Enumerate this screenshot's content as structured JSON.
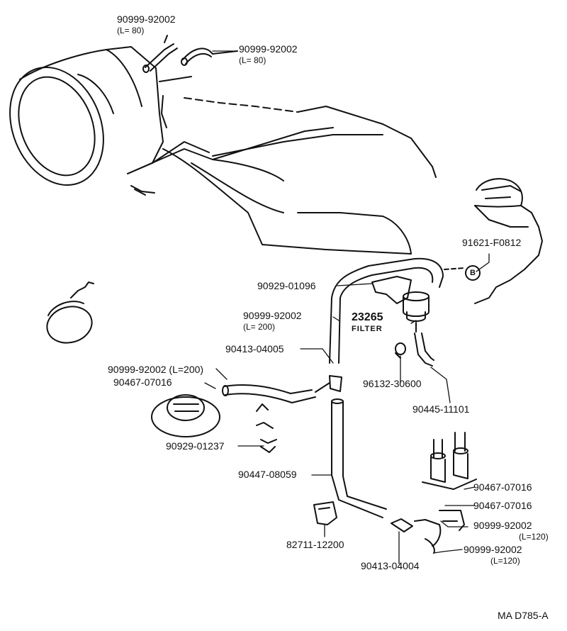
{
  "diagram_id": "MA D785-A",
  "ref_marker": "B",
  "labels": [
    {
      "part": "90999-92002",
      "note": "(L= 80)"
    },
    {
      "part": "90999-92002",
      "note": "(L= 80)"
    },
    {
      "part": "91621-F0812",
      "note": ""
    },
    {
      "part": "90929-01096",
      "note": ""
    },
    {
      "part": "90999-92002",
      "note": "(L= 200)"
    },
    {
      "part": "23265",
      "note": "FILTER"
    },
    {
      "part": "90413-04005",
      "note": ""
    },
    {
      "part": "90999-92002 (L=200)",
      "note": ""
    },
    {
      "part": "90467-07016",
      "note": ""
    },
    {
      "part": "96132-30600",
      "note": ""
    },
    {
      "part": "90445-11101",
      "note": ""
    },
    {
      "part": "90929-01237",
      "note": ""
    },
    {
      "part": "90447-08059",
      "note": ""
    },
    {
      "part": "90467-07016",
      "note": ""
    },
    {
      "part": "90467-07016",
      "note": ""
    },
    {
      "part": "90999-92002",
      "note": "(L=120)"
    },
    {
      "part": "82711-12200",
      "note": ""
    },
    {
      "part": "90999-92002",
      "note": "(L=120)"
    },
    {
      "part": "90413-04004",
      "note": ""
    }
  ]
}
